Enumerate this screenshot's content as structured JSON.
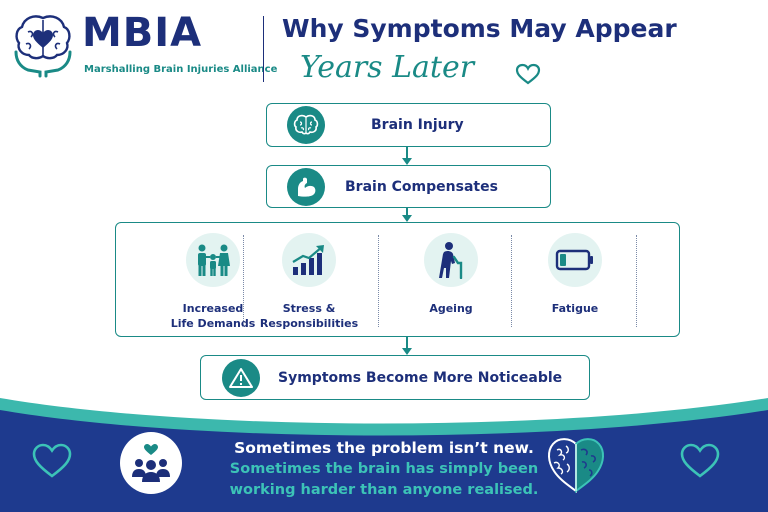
{
  "brand": {
    "name": "MBIA",
    "subtitle": "Marshalling Brain Injuries Alliance"
  },
  "title": {
    "line1": "Why Symptoms May Appear",
    "line2": "Years Later"
  },
  "flow": {
    "step1": {
      "label": "Brain Injury",
      "icon": "brain-icon"
    },
    "step2": {
      "label": "Brain Compensates",
      "icon": "flexed-arm-icon"
    },
    "factors": [
      {
        "label": "Increased\nLife Demands",
        "line1": "Increased",
        "line2": "Life Demands",
        "icon": "family-icon"
      },
      {
        "label": "Stress & Responsibilities",
        "line1": "Stress &",
        "line2": "Responsibilities",
        "icon": "rising-bars-icon"
      },
      {
        "label": "Ageing",
        "line1": "Ageing",
        "line2": "",
        "icon": "elderly-person-icon"
      },
      {
        "label": "Fatigue",
        "line1": "Fatigue",
        "line2": "",
        "icon": "low-battery-icon"
      }
    ],
    "step4": {
      "label": "Symptoms Become More Noticeable",
      "icon": "warning-icon"
    }
  },
  "footer": {
    "line1": "Sometimes the problem isn’t new.",
    "line2": "Sometimes the brain has simply been",
    "line3": "working harder than anyone realised."
  },
  "colors": {
    "navy": "#1d2f7a",
    "teal": "#1a8a86",
    "light_teal": "#3cc3b7",
    "pale_teal": "#e3f3f1",
    "footer_bg": "#1e3a8e"
  }
}
